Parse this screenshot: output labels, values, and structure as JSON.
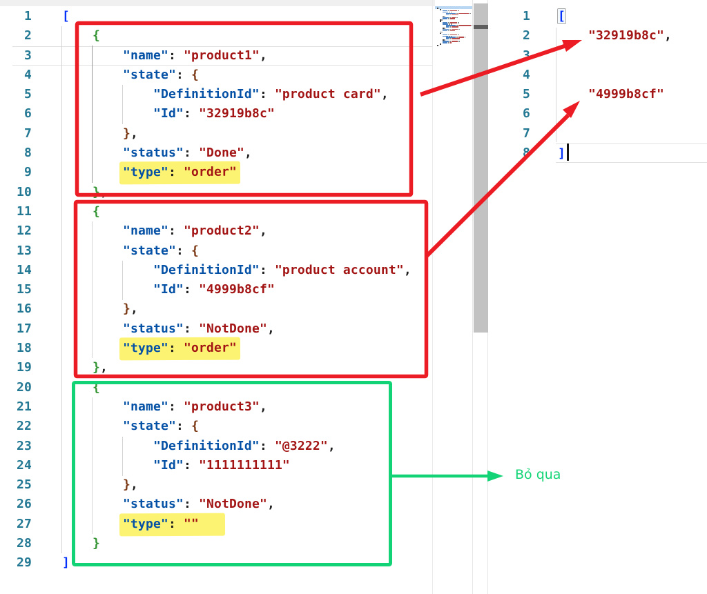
{
  "window": {
    "app": "Visual Studio Code JSON editor (split view)",
    "chrome_top_bar_color": "#f0f0f0"
  },
  "syntax_colors": {
    "key": "#0451a5",
    "string": "#a31515",
    "punctuation": "#1e1e1e",
    "bracket_level0": "#0431fa",
    "bracket_level1": "#319331",
    "bracket_level2": "#7b3814",
    "line_number": "#237893",
    "highlight_yellow": "#fae900"
  },
  "annotations": {
    "red_hex": "#ec1c24",
    "green_hex": "#12d476",
    "skip_label": "Bỏ qua"
  },
  "editor": {
    "left": {
      "active_line": 3,
      "lines": [
        [
          {
            "t": "[",
            "c": "b0"
          }
        ],
        [
          {
            "t": "    {",
            "c": "b1"
          }
        ],
        [
          {
            "t": "        "
          },
          {
            "t": "\"name\"",
            "c": "key"
          },
          {
            "t": ": ",
            "c": "pun"
          },
          {
            "t": "\"product1\"",
            "c": "str"
          },
          {
            "t": ",",
            "c": "pun"
          }
        ],
        [
          {
            "t": "        "
          },
          {
            "t": "\"state\"",
            "c": "key"
          },
          {
            "t": ": ",
            "c": "pun"
          },
          {
            "t": "{",
            "c": "b2"
          }
        ],
        [
          {
            "t": "            "
          },
          {
            "t": "\"DefinitionId\"",
            "c": "key"
          },
          {
            "t": ": ",
            "c": "pun"
          },
          {
            "t": "\"product card\"",
            "c": "str"
          },
          {
            "t": ",",
            "c": "pun"
          }
        ],
        [
          {
            "t": "            "
          },
          {
            "t": "\"Id\"",
            "c": "key"
          },
          {
            "t": ": ",
            "c": "pun"
          },
          {
            "t": "\"32919b8c\"",
            "c": "str"
          }
        ],
        [
          {
            "t": "        "
          },
          {
            "t": "}",
            "c": "b2"
          },
          {
            "t": ",",
            "c": "pun"
          }
        ],
        [
          {
            "t": "        "
          },
          {
            "t": "\"status\"",
            "c": "key"
          },
          {
            "t": ": ",
            "c": "pun"
          },
          {
            "t": "\"Done\"",
            "c": "str"
          },
          {
            "t": ",",
            "c": "pun"
          }
        ],
        [
          {
            "t": "        "
          },
          {
            "t": "\"type\"",
            "c": "key",
            "h": true
          },
          {
            "t": ": ",
            "c": "pun",
            "h": true
          },
          {
            "t": "\"order\"",
            "c": "str",
            "h": true
          }
        ],
        [
          {
            "t": "    "
          },
          {
            "t": "}",
            "c": "b1"
          },
          {
            "t": ",",
            "c": "pun"
          }
        ],
        [
          {
            "t": "    {",
            "c": "b1"
          }
        ],
        [
          {
            "t": "        "
          },
          {
            "t": "\"name\"",
            "c": "key"
          },
          {
            "t": ": ",
            "c": "pun"
          },
          {
            "t": "\"product2\"",
            "c": "str"
          },
          {
            "t": ",",
            "c": "pun"
          }
        ],
        [
          {
            "t": "        "
          },
          {
            "t": "\"state\"",
            "c": "key"
          },
          {
            "t": ": ",
            "c": "pun"
          },
          {
            "t": "{",
            "c": "b2"
          }
        ],
        [
          {
            "t": "            "
          },
          {
            "t": "\"DefinitionId\"",
            "c": "key"
          },
          {
            "t": ": ",
            "c": "pun"
          },
          {
            "t": "\"product account\"",
            "c": "str"
          },
          {
            "t": ",",
            "c": "pun"
          }
        ],
        [
          {
            "t": "            "
          },
          {
            "t": "\"Id\"",
            "c": "key"
          },
          {
            "t": ": ",
            "c": "pun"
          },
          {
            "t": "\"4999b8cf\"",
            "c": "str"
          }
        ],
        [
          {
            "t": "        "
          },
          {
            "t": "}",
            "c": "b2"
          },
          {
            "t": ",",
            "c": "pun"
          }
        ],
        [
          {
            "t": "        "
          },
          {
            "t": "\"status\"",
            "c": "key"
          },
          {
            "t": ": ",
            "c": "pun"
          },
          {
            "t": "\"NotDone\"",
            "c": "str"
          },
          {
            "t": ",",
            "c": "pun"
          }
        ],
        [
          {
            "t": "        "
          },
          {
            "t": "\"type\"",
            "c": "key",
            "h": true
          },
          {
            "t": ": ",
            "c": "pun",
            "h": true
          },
          {
            "t": "\"order\"",
            "c": "str",
            "h": true
          }
        ],
        [
          {
            "t": "    "
          },
          {
            "t": "}",
            "c": "b1"
          },
          {
            "t": ",",
            "c": "pun"
          }
        ],
        [
          {
            "t": "    {",
            "c": "b1"
          }
        ],
        [
          {
            "t": "        "
          },
          {
            "t": "\"name\"",
            "c": "key"
          },
          {
            "t": ": ",
            "c": "pun"
          },
          {
            "t": "\"product3\"",
            "c": "str"
          },
          {
            "t": ",",
            "c": "pun"
          }
        ],
        [
          {
            "t": "        "
          },
          {
            "t": "\"state\"",
            "c": "key"
          },
          {
            "t": ": ",
            "c": "pun"
          },
          {
            "t": "{",
            "c": "b2"
          }
        ],
        [
          {
            "t": "            "
          },
          {
            "t": "\"DefinitionId\"",
            "c": "key"
          },
          {
            "t": ": ",
            "c": "pun"
          },
          {
            "t": "\"@3222\"",
            "c": "str"
          },
          {
            "t": ",",
            "c": "pun"
          }
        ],
        [
          {
            "t": "            "
          },
          {
            "t": "\"Id\"",
            "c": "key"
          },
          {
            "t": ": ",
            "c": "pun"
          },
          {
            "t": "\"1111111111\"",
            "c": "str"
          }
        ],
        [
          {
            "t": "        "
          },
          {
            "t": "}",
            "c": "b2"
          },
          {
            "t": ",",
            "c": "pun"
          }
        ],
        [
          {
            "t": "        "
          },
          {
            "t": "\"status\"",
            "c": "key"
          },
          {
            "t": ": ",
            "c": "pun"
          },
          {
            "t": "\"NotDone\"",
            "c": "str"
          },
          {
            "t": ",",
            "c": "pun"
          }
        ],
        [
          {
            "t": "        "
          },
          {
            "t": "\"type\"",
            "c": "key",
            "h": true
          },
          {
            "t": ": ",
            "c": "pun",
            "h": true
          },
          {
            "t": "\"\"",
            "c": "str",
            "h": true
          },
          {
            "t": "   ",
            "c": "pun",
            "h": true
          }
        ],
        [
          {
            "t": "    "
          },
          {
            "t": "}",
            "c": "b1"
          }
        ],
        [
          {
            "t": "]",
            "c": "b0"
          }
        ]
      ]
    },
    "right": {
      "active_line": 8,
      "lines": [
        [
          {
            "t": "[",
            "c": "b0",
            "box": true
          }
        ],
        [
          {
            "t": "    "
          },
          {
            "t": "\"32919b8c\"",
            "c": "str"
          },
          {
            "t": ",",
            "c": "pun"
          }
        ],
        [],
        [],
        [
          {
            "t": "    "
          },
          {
            "t": "\"4999b8cf\"",
            "c": "str"
          }
        ],
        [],
        [],
        [
          {
            "t": "]",
            "c": "b0"
          },
          {
            "c": "cursor"
          }
        ]
      ]
    }
  }
}
